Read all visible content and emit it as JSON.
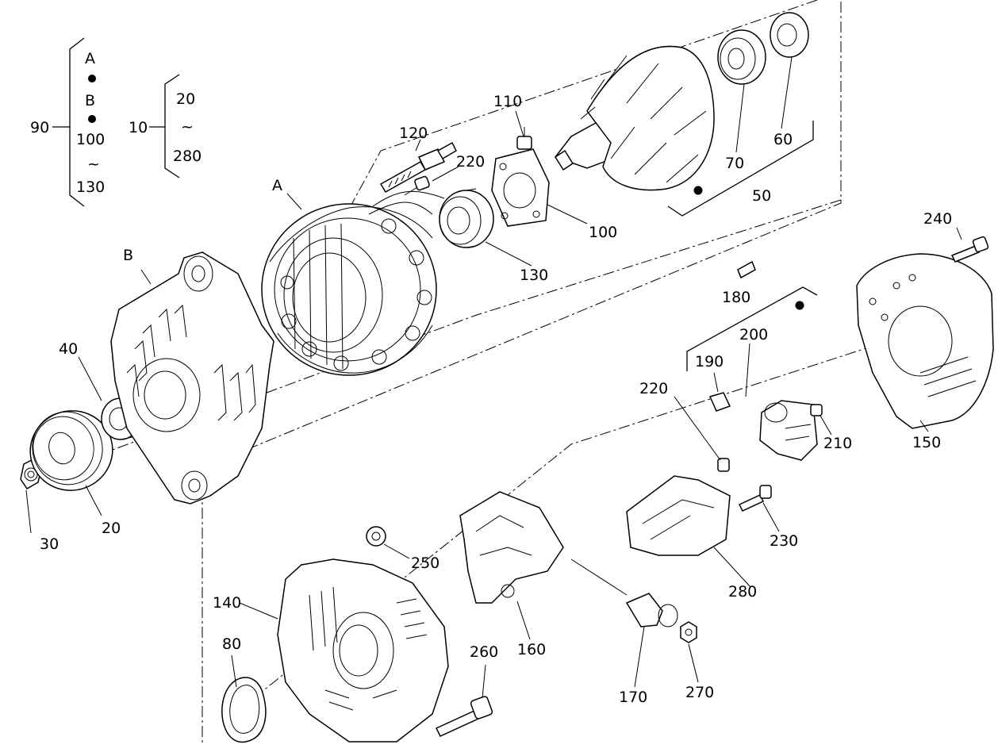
{
  "diagram": {
    "legend_90": {
      "ref": "90",
      "a": "A",
      "b": "B",
      "from": "100",
      "tilde": "~",
      "to": "130"
    },
    "legend_10": {
      "ref": "10",
      "from": "20",
      "tilde": "~",
      "to": "280"
    },
    "letters": {
      "a": "A",
      "b": "B"
    },
    "labels": {
      "p20": "20",
      "p30": "30",
      "p40": "40",
      "p50": "50",
      "p60": "60",
      "p70": "70",
      "p80": "80",
      "p100": "100",
      "p110": "110",
      "p120": "120",
      "p130": "130",
      "p140": "140",
      "p150": "150",
      "p160": "160",
      "p170": "170",
      "p180": "180",
      "p190": "190",
      "p200": "200",
      "p210": "210",
      "p220a": "220",
      "p220b": "220",
      "p230": "230",
      "p240": "240",
      "p250": "250",
      "p260": "260",
      "p270": "270",
      "p280": "280"
    }
  }
}
